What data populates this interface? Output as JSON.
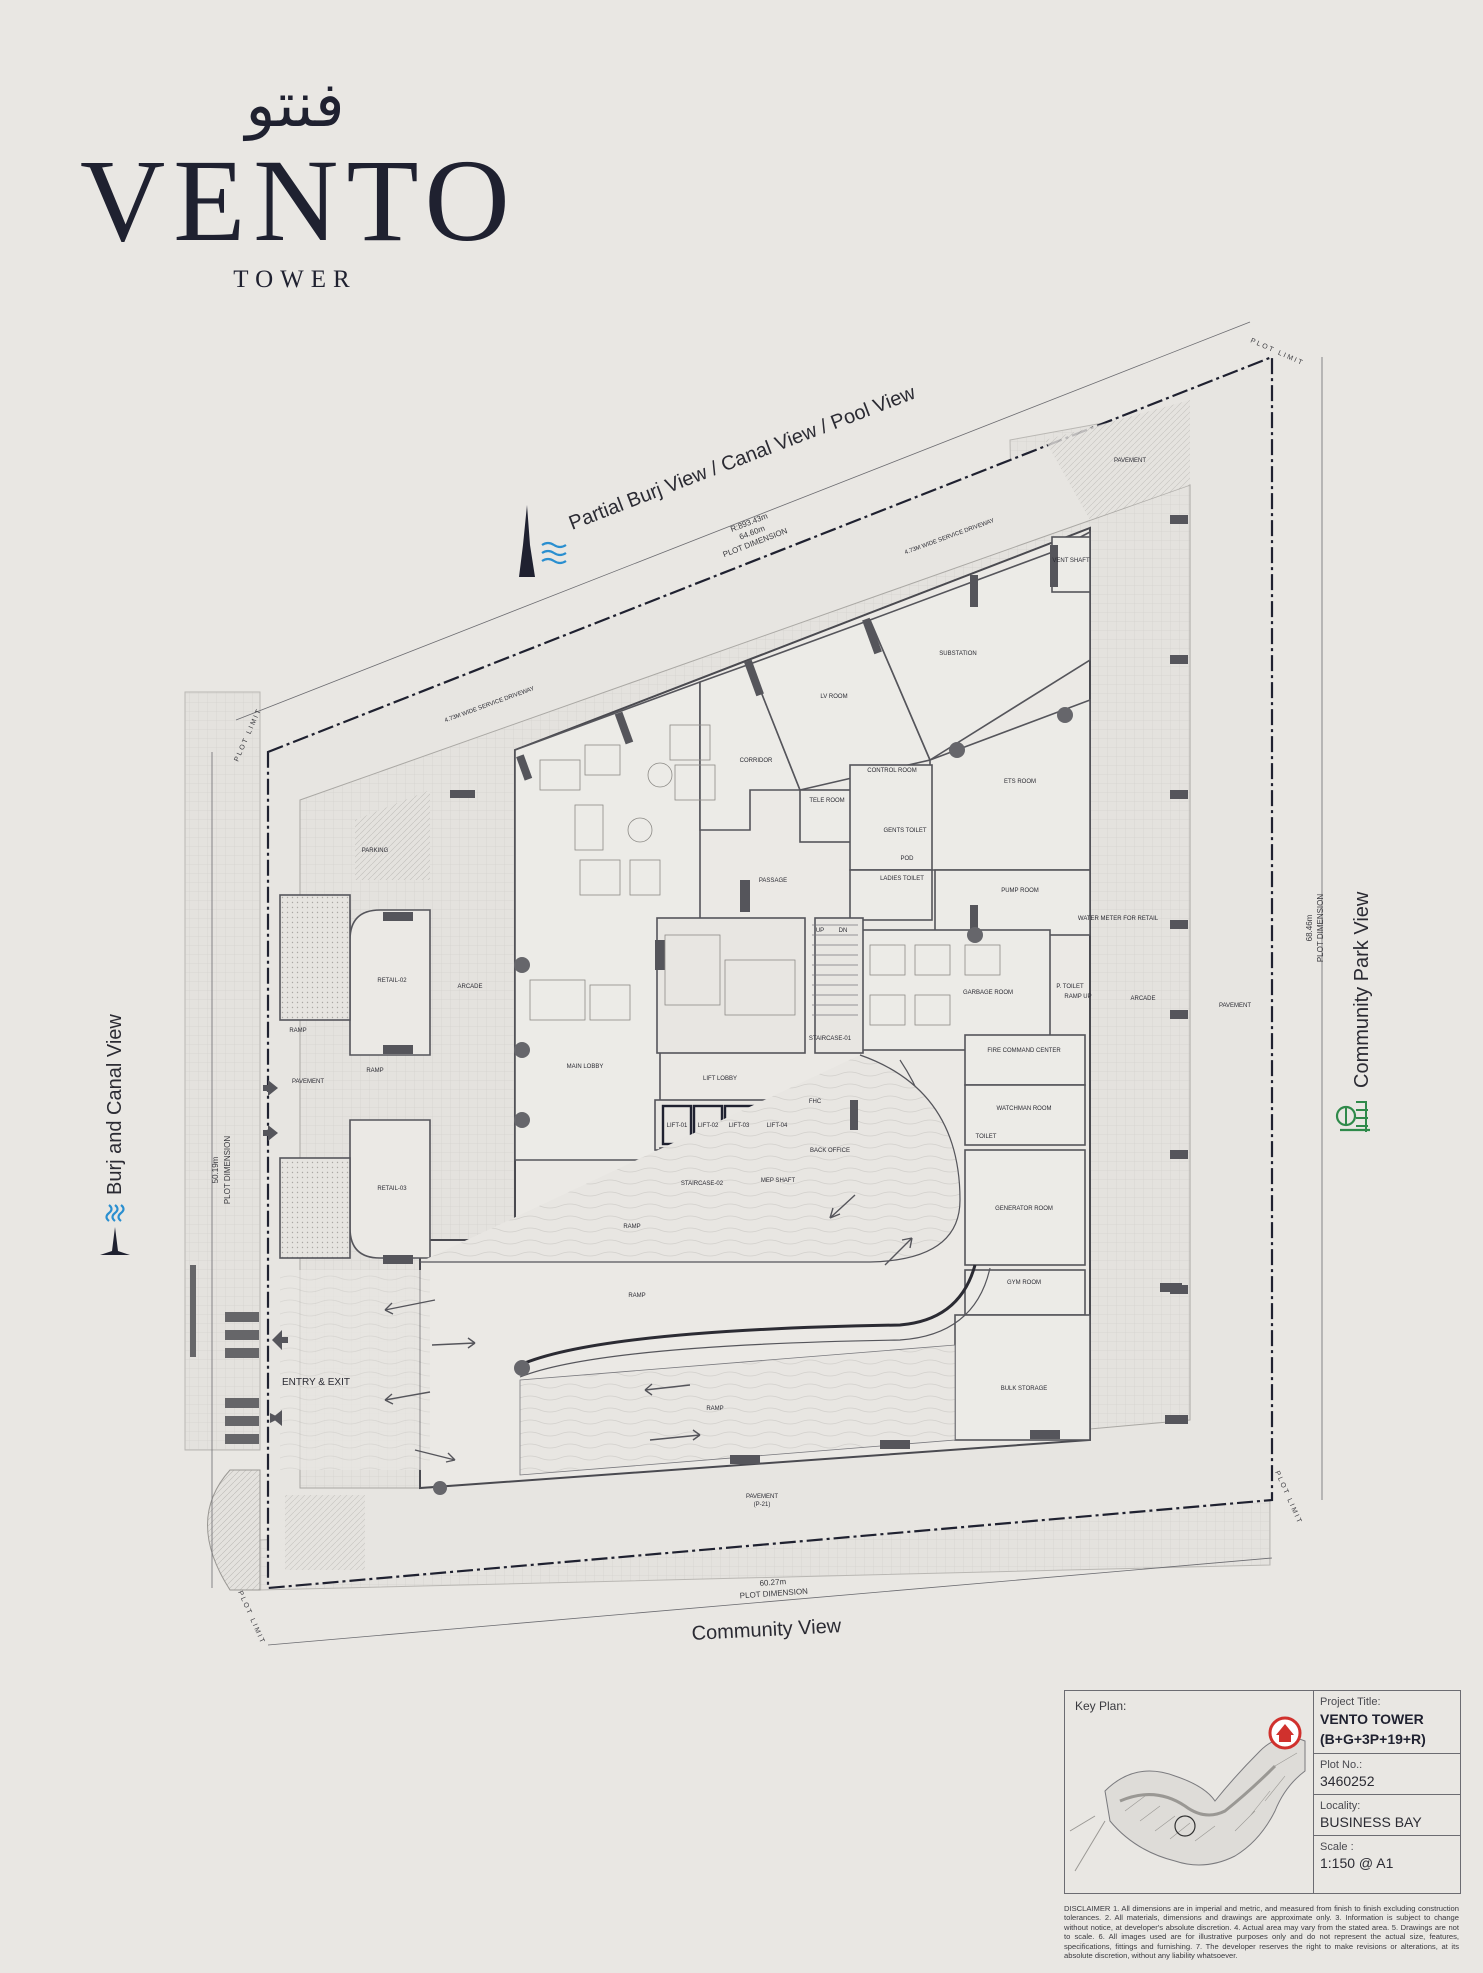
{
  "brand": {
    "arabic": "فنتو",
    "name": "VENTO",
    "subtitle": "TOWER"
  },
  "views": {
    "north": "Partial Burj View / Canal View / Pool View",
    "west": "Burj and Canal View",
    "east": "Community Park View",
    "south": "Community View"
  },
  "dimensions": {
    "north": [
      "R:893.43m",
      "64.60m",
      "PLOT DIMENSION"
    ],
    "west": [
      "50.19m",
      "PLOT DIMENSION"
    ],
    "east": [
      "68.46m",
      "PLOT DIMENSION"
    ],
    "south": [
      "60.27m",
      "PLOT DIMENSION"
    ]
  },
  "plot_limit": "PLOT LIMIT",
  "rooms": {
    "vent_shaft": "VENT SHAFT",
    "substation": "SUBSTATION",
    "lv_room": "LV ROOM",
    "corridor": "CORRIDOR",
    "control_room": "CONTROL ROOM",
    "ets_room": "ETS ROOM",
    "tele_room": "TELE ROOM",
    "gents_toilet": "GENTS TOILET",
    "pod": "POD",
    "passage": "PASSAGE",
    "ladies_toilet": "LADIES TOILET",
    "pump_room": "PUMP ROOM",
    "water_meter": "WATER METER FOR RETAIL",
    "p_toilet": "P. TOILET",
    "garbage_room": "GARBAGE ROOM",
    "ramp_up": "RAMP UP",
    "arcade_east": "ARCADE",
    "pavement_east": "PAVEMENT",
    "pavement_north": "PAVEMENT",
    "service_driveway_1": "4.73M WIDE SERVICE DRIVEWAY",
    "service_driveway_2": "4.73M WIDE SERVICE DRIVEWAY",
    "staircase_01": "STAIRCASE-01",
    "up": "UP",
    "dn": "DN",
    "fire_command": "FIRE COMMAND CENTER",
    "watchman_room": "WATCHMAN ROOM",
    "toilet": "TOILET",
    "generator_room": "GENERATOR ROOM",
    "gym_room": "GYM ROOM",
    "bulk_storage": "BULK STORAGE",
    "main_lobby": "MAIN LOBBY",
    "lift_lobby": "LIFT LOBBY",
    "lift_01": "LIFT-01",
    "lift_02": "LIFT-02",
    "lift_03": "LIFT-03",
    "lift_04": "LIFT-04",
    "fhc": "FHC",
    "back_office": "BACK OFFICE",
    "staircase_02": "STAIRCASE-02",
    "mep_shaft": "MEP SHAFT",
    "retail_02": "RETAIL-02",
    "retail_03": "RETAIL-03",
    "arcade_west": "ARCADE",
    "pavement_west": "PAVEMENT",
    "parking": "PARKING",
    "ramp_a": "RAMP",
    "ramp_b": "RAMP",
    "ramp_c": "RAMP",
    "ramp_d": "RAMP",
    "ramp_e": "RAMP",
    "entry_exit": "ENTRY & EXIT",
    "pavement_south": "PAVEMENT",
    "pavement_south_code": "(P-21)"
  },
  "info_panel": {
    "key_plan_label": "Key Plan:",
    "project_title_label": "Project Title:",
    "project_title": "VENTO TOWER",
    "project_config": "(B+G+3P+19+R)",
    "plot_no_label": "Plot No.:",
    "plot_no": "3460252",
    "locality_label": "Locality:",
    "locality": "BUSINESS BAY",
    "scale_label": "Scale :",
    "scale": "1:150 @ A1"
  },
  "disclaimer": "DISCLAIMER 1. All dimensions are in imperial and metric, and measured from finish to finish excluding construction tolerances. 2. All materials, dimensions and drawings are approximate only. 3. Information is subject to change without notice, at developer's absolute discretion. 4. Actual area may vary from the stated area. 5. Drawings are not to scale. 6. All images used are for illustrative purposes only and do not represent the actual size, features, specifications, fittings and furnishing. 7. The developer reserves the right to make revisions or alterations, at its absolute discretion, without any liability whatsoever.",
  "colors": {
    "background": "#e9e7e3",
    "line": "#5a5a60",
    "dark": "#1f2130",
    "water_blue": "#2a8fd0",
    "park_green": "#2f8a4a",
    "marker_red": "#d0312d"
  }
}
